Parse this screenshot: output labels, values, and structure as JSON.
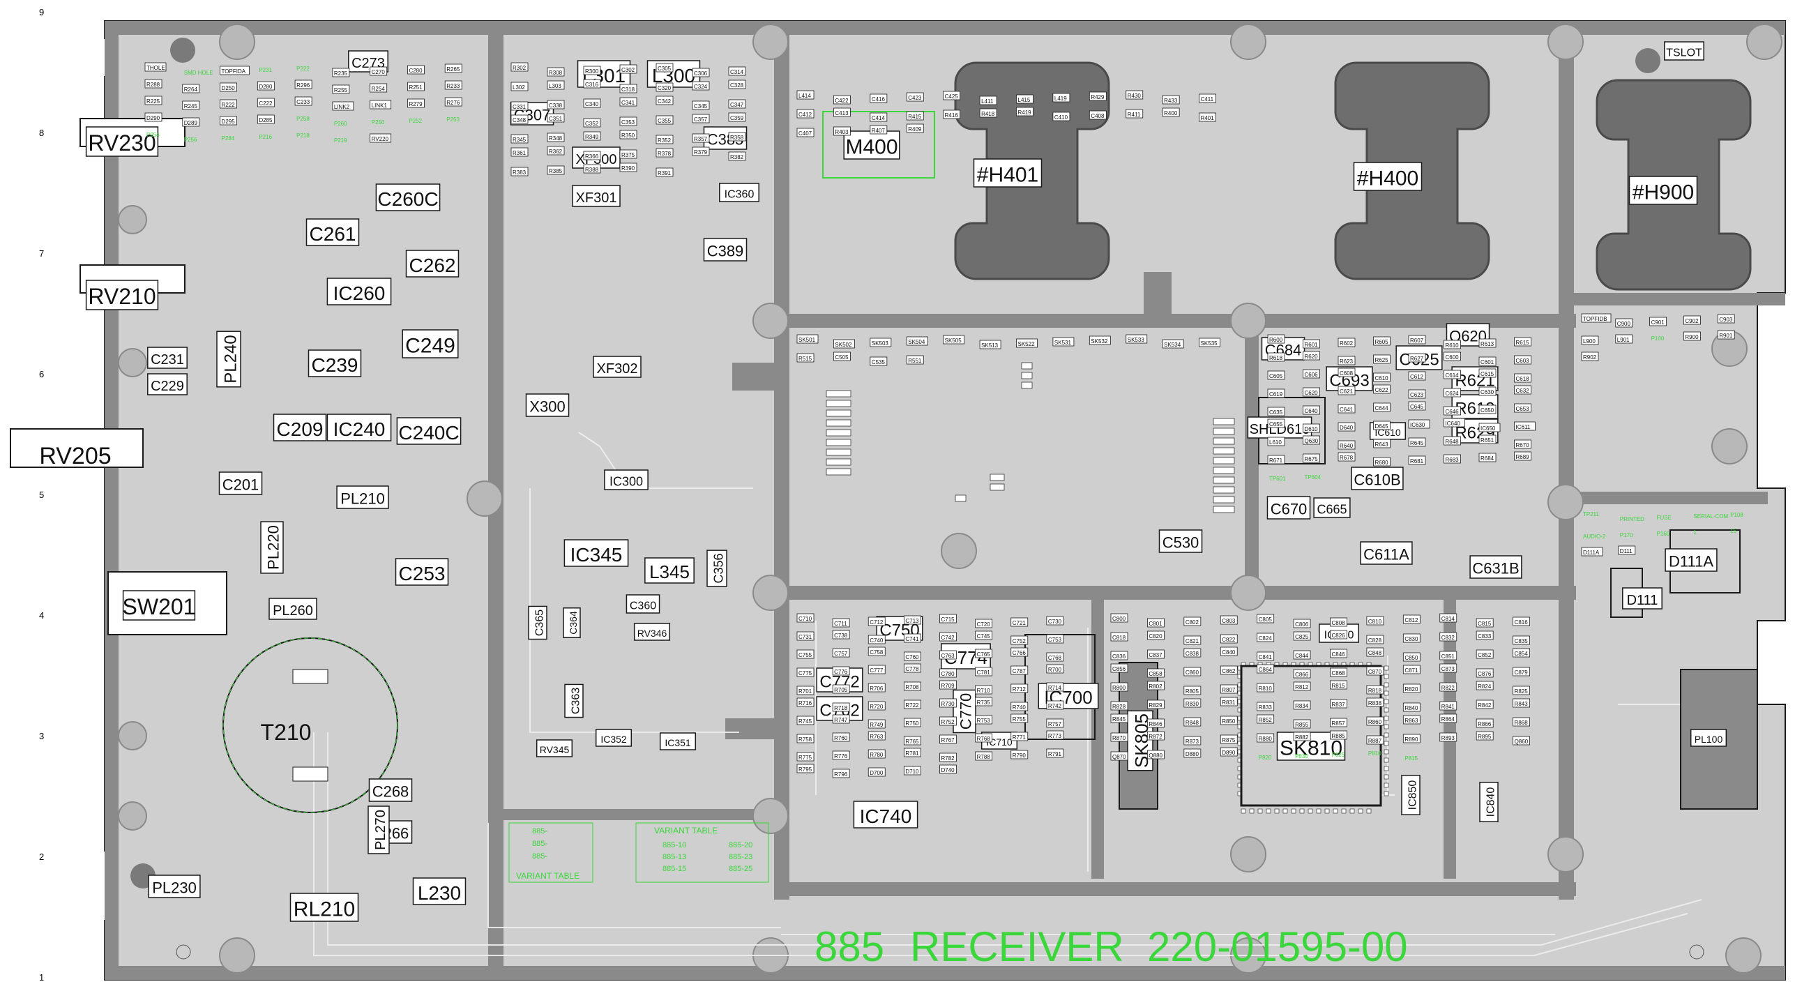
{
  "board": {
    "title_board": "885",
    "title_name": "RECEIVER",
    "title_part": "220-01595-00"
  },
  "grid_rows": [
    "9",
    "8",
    "7",
    "6",
    "5",
    "4",
    "3",
    "2",
    "1"
  ],
  "colors": {
    "board": "#cfcfcf",
    "pcb_dark": "#8a8a8a",
    "silk_green": "#3bd63b",
    "outline_dark": "#1a1a1a",
    "pad_white": "#ffffff"
  },
  "big_labels": [
    "RV230",
    "RV210",
    "RV205",
    "SW201",
    "T210",
    "RL210",
    "L230",
    "C261",
    "C262",
    "C260C",
    "IC260",
    "C249",
    "C239",
    "PL240",
    "C231",
    "C229",
    "C209",
    "IC240",
    "C240C",
    "C201",
    "C253",
    "PL220",
    "PL210",
    "PL260",
    "C268",
    "C266",
    "PL270",
    "PL230",
    "C273",
    "L301",
    "L300",
    "C307",
    "C385",
    "XF300",
    "XF301",
    "IC360",
    "C389",
    "XF302",
    "X300",
    "IC300",
    "IC345",
    "L345",
    "C356",
    "M400",
    "#H401",
    "#H400",
    "#H900",
    "TSLOT",
    "Q620",
    "C684",
    "C693",
    "C625",
    "R621",
    "R619",
    "R629",
    "SHLD610",
    "IC610",
    "C610B",
    "C670",
    "C665",
    "C611A",
    "C631B",
    "C530",
    "D111A",
    "D111",
    "C750",
    "C774",
    "C772",
    "C762",
    "C770",
    "IC710",
    "IC740",
    "IC700",
    "SK805",
    "SK810",
    "IC850",
    "IC840",
    "IC820",
    "PL100",
    "IC352",
    "IC351",
    "C360",
    "RV346",
    "RV345",
    "C363",
    "C365",
    "C364"
  ],
  "small_labels": [
    "THOLE",
    "SMD HOLE",
    "TOPFIDB",
    "TOPFIDA",
    "P231",
    "P222",
    "R235",
    "C270",
    "C280",
    "R265",
    "R288",
    "R264",
    "D250",
    "D280",
    "R296",
    "R255",
    "R254",
    "R251",
    "R233",
    "R225",
    "R245",
    "R222",
    "C222",
    "C233",
    "LINK2",
    "LINK1",
    "R279",
    "R276",
    "D290",
    "D289",
    "D295",
    "D285",
    "P258",
    "P260",
    "TP211",
    "P250",
    "P252",
    "P253",
    "P254",
    "P256",
    "P284",
    "P216",
    "P218",
    "P219",
    "RV220",
    "R302",
    "R308",
    "R300",
    "C302",
    "C305",
    "C306",
    "C314",
    "L302",
    "L303",
    "C316",
    "C318",
    "C320",
    "C324",
    "C328",
    "C331",
    "C338",
    "C340",
    "C341",
    "C342",
    "C345",
    "C347",
    "C348",
    "C351",
    "C352",
    "C353",
    "C355",
    "C357",
    "C359",
    "R345",
    "R348",
    "R349",
    "R350",
    "R352",
    "R357",
    "R358",
    "R361",
    "R362",
    "R366",
    "R375",
    "R378",
    "R379",
    "R382",
    "R383",
    "R385",
    "R388",
    "R390",
    "R391",
    "L414",
    "C422",
    "C416",
    "C423",
    "C425",
    "L411",
    "L415",
    "L419",
    "R429",
    "R430",
    "R433",
    "C411",
    "C412",
    "C413",
    "C414",
    "R415",
    "R416",
    "R418",
    "R419",
    "C410",
    "C408",
    "R411",
    "R400",
    "R401",
    "C407",
    "R403",
    "R407",
    "R409",
    "SK501",
    "SK502",
    "SK503",
    "SK504",
    "SK505",
    "SK513",
    "SK522",
    "SK531",
    "SK532",
    "SK533",
    "SK534",
    "SK535",
    "R515",
    "C505",
    "C535",
    "R551",
    "R600",
    "R601",
    "R602",
    "R605",
    "R607",
    "R610",
    "R613",
    "R615",
    "R618",
    "R620",
    "R623",
    "R625",
    "R627",
    "C600",
    "C601",
    "C603",
    "C605",
    "C606",
    "C608",
    "C610",
    "C612",
    "C614",
    "C615",
    "C618",
    "C619",
    "C620",
    "C621",
    "C622",
    "C623",
    "C624",
    "C630",
    "C632",
    "C635",
    "C640",
    "C641",
    "C644",
    "C645",
    "C646",
    "C650",
    "C653",
    "C655",
    "D610",
    "D640",
    "D645",
    "IC630",
    "IC640",
    "IC650",
    "IC611",
    "L610",
    "Q630",
    "R640",
    "R643",
    "R645",
    "R648",
    "R651",
    "R670",
    "R671",
    "R675",
    "R678",
    "R680",
    "R681",
    "R683",
    "R684",
    "R689",
    "TP601",
    "TP604",
    "C900",
    "C901",
    "C902",
    "C903",
    "L900",
    "L901",
    "P100",
    "R900",
    "R901",
    "R902",
    "C710",
    "C711",
    "C712",
    "C713",
    "C715",
    "C720",
    "C721",
    "C730",
    "C731",
    "C738",
    "C740",
    "C741",
    "C742",
    "C745",
    "C752",
    "C753",
    "C755",
    "C757",
    "C758",
    "C760",
    "C763",
    "C765",
    "C766",
    "C768",
    "C775",
    "C776",
    "C777",
    "C778",
    "C780",
    "C781",
    "C787",
    "R700",
    "R701",
    "R705",
    "R706",
    "R708",
    "R709",
    "R710",
    "R712",
    "R714",
    "R716",
    "R718",
    "R720",
    "R722",
    "R730",
    "R735",
    "R740",
    "R742",
    "R745",
    "R747",
    "R749",
    "R750",
    "R752",
    "R753",
    "R755",
    "R757",
    "R758",
    "R760",
    "R763",
    "R765",
    "R767",
    "R768",
    "R771",
    "R773",
    "R775",
    "R776",
    "R780",
    "R781",
    "R782",
    "R788",
    "R790",
    "R791",
    "R795",
    "R796",
    "D700",
    "D710",
    "D740",
    "C800",
    "C801",
    "C802",
    "C803",
    "C805",
    "C806",
    "C808",
    "C810",
    "C812",
    "C814",
    "C815",
    "C816",
    "C818",
    "C820",
    "C821",
    "C822",
    "C824",
    "C825",
    "C826",
    "C828",
    "C830",
    "C832",
    "C833",
    "C835",
    "C836",
    "C837",
    "C838",
    "C840",
    "C841",
    "C844",
    "C846",
    "C848",
    "C850",
    "C851",
    "C852",
    "C854",
    "C856",
    "C858",
    "C860",
    "C862",
    "C864",
    "C866",
    "C868",
    "C870",
    "C871",
    "C873",
    "C876",
    "C879",
    "R800",
    "R802",
    "R805",
    "R807",
    "R810",
    "R812",
    "R815",
    "R818",
    "R820",
    "R822",
    "R824",
    "R825",
    "R828",
    "R829",
    "R830",
    "R831",
    "R833",
    "R834",
    "R837",
    "R838",
    "R840",
    "R841",
    "R842",
    "R843",
    "R845",
    "R846",
    "R848",
    "R850",
    "R852",
    "R855",
    "R857",
    "R860",
    "R863",
    "R864",
    "R866",
    "R868",
    "R870",
    "R872",
    "R873",
    "R875",
    "R880",
    "R882",
    "R885",
    "R887",
    "R890",
    "R893",
    "R895",
    "Q860",
    "Q870",
    "Q880",
    "D880",
    "D890",
    "P820",
    "P830",
    "P825",
    "P810",
    "P815",
    "PRINTED",
    "FUSE",
    "SERIAL-COM",
    "P108",
    "AUDIO-2",
    "P170",
    "P160",
    "1",
    "15",
    "D111A",
    "D111"
  ],
  "variant_table_1": {
    "title": "VARIANT  TABLE",
    "rows": [
      "885-",
      "885-",
      "885-"
    ]
  },
  "variant_table_2": {
    "title": "VARIANT  TABLE",
    "col_a": [
      "885-10",
      "885-13",
      "885-15"
    ],
    "col_b": [
      "885-20",
      "885-23",
      "885-25"
    ]
  }
}
